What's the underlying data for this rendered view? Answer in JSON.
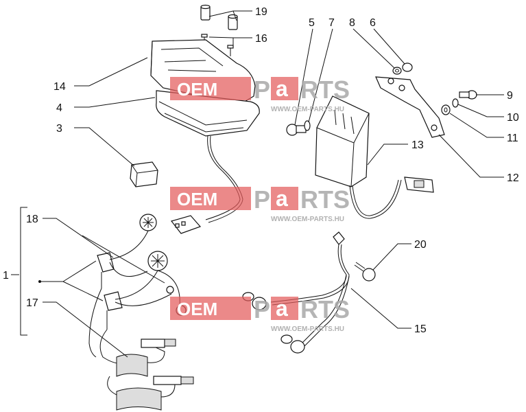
{
  "callouts": {
    "c1": "1",
    "c3": "3",
    "c4": "4",
    "c5": "5",
    "c6": "6",
    "c7": "7",
    "c8": "8",
    "c9": "9",
    "c10": "10",
    "c11": "11",
    "c12": "12",
    "c13": "13",
    "c14": "14",
    "c15": "15",
    "c16": "16",
    "c17": "17",
    "c18": "18",
    "c19": "19",
    "c20": "20"
  },
  "watermark": {
    "oem": "OEM",
    "p": "P",
    "a": "a",
    "rts": "RTS",
    "url": "WWW.OEM-PARTS.HU"
  },
  "colors": {
    "watermark_red": "#e35b5b",
    "watermark_gray": "#a9a9a9",
    "line": "#111111"
  }
}
